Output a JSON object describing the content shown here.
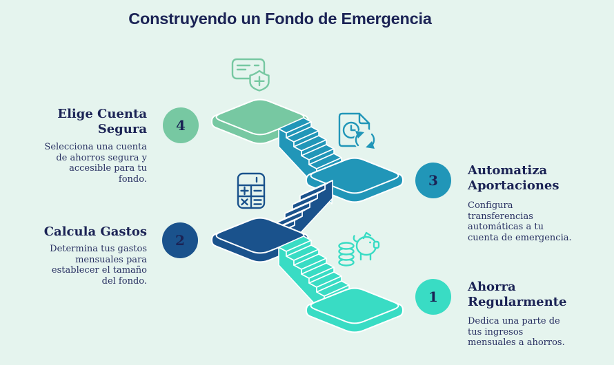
{
  "title": "Construyendo un Fondo de Emergencia",
  "colors": {
    "background": "#e5f4ee",
    "navy": "#1b2355",
    "text": "#293162",
    "green": "#77c8a2",
    "teal": "#2196b8",
    "darkblue": "#1a528c",
    "turquoise": "#39dcc4",
    "white": "#ffffff"
  },
  "steps": [
    {
      "number": "1",
      "title": "Ahorra Regularmente",
      "description": "Dedica una parte de tus ingresos mensuales a ahorros.",
      "color_key": "turquoise",
      "icon": "piggy-bank-coins"
    },
    {
      "number": "2",
      "title": "Calcula Gastos",
      "description": "Determina tus gastos mensuales para establecer el tamaño del fondo.",
      "color_key": "darkblue",
      "icon": "calculator"
    },
    {
      "number": "3",
      "title": "Automatiza Aportaciones",
      "description": "Configura transferencias automáticas a tu cuenta de emergencia.",
      "color_key": "teal",
      "icon": "document-sync-clock"
    },
    {
      "number": "4",
      "title": "Elige Cuenta Segura",
      "description": "Selecciona una cuenta de ahorros segura y accesible para tu fondo.",
      "color_key": "green",
      "icon": "credit-card-shield-plus"
    }
  ]
}
